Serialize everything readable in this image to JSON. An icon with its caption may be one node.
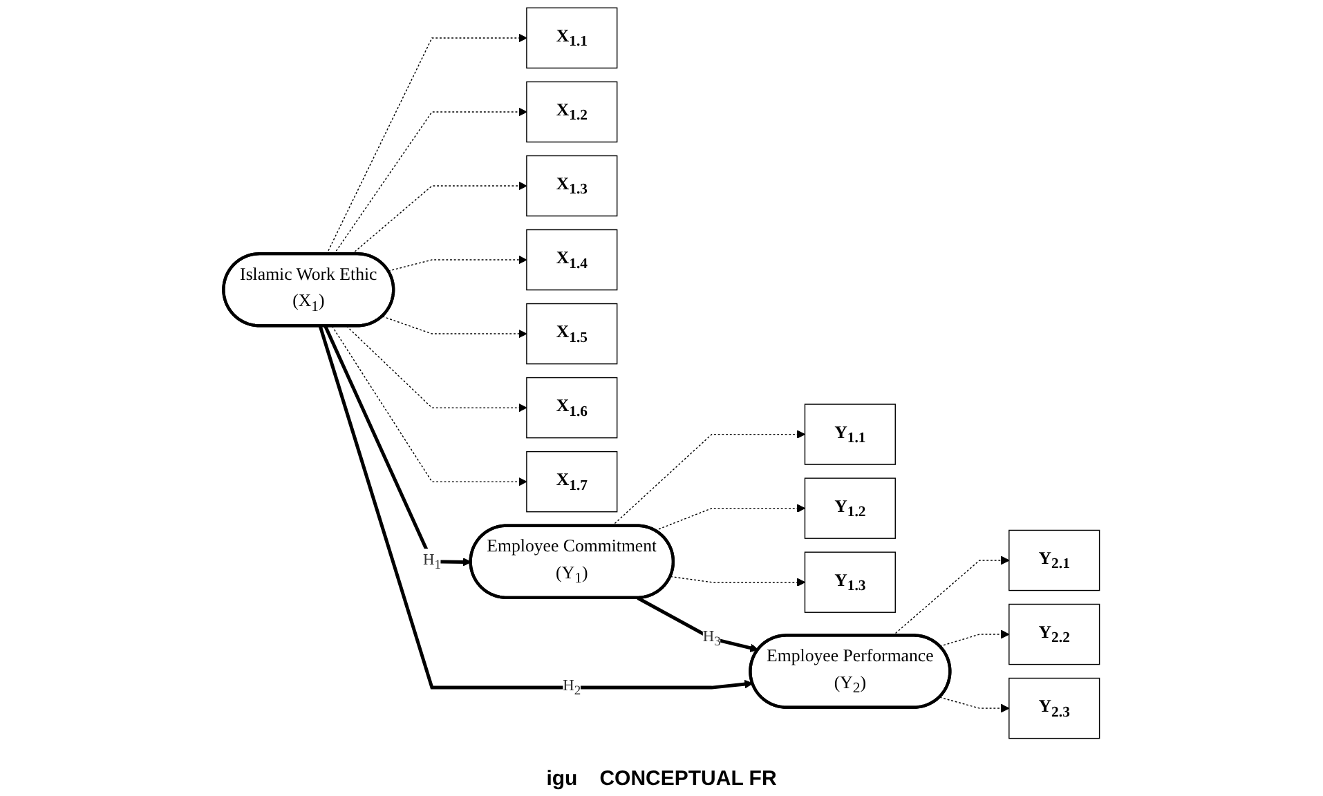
{
  "diagram": {
    "nodes": [
      {
        "text": [
          "X$_{1.1}$"
        ]
      },
      {
        "text": [
          "X$_{1.2}$"
        ]
      },
      {
        "text": [
          "X$_{1.3}$"
        ]
      },
      {
        "text": [
          "X$_{1.4}$"
        ]
      },
      {
        "text": [
          "X$_{1.5}$"
        ]
      },
      {
        "text": [
          "X$_{1.6}$"
        ]
      },
      {
        "text": [
          "X$_{1.7}$"
        ]
      },
      {
        "text": [
          "Islamic Work Ethic",
          "(X$_{1}$)"
        ]
      },
      {
        "text": [
          "Employee Commitment",
          "(Y$_{1}$)"
        ]
      },
      {
        "text": [
          "Y$_{1.1}$"
        ]
      },
      {
        "text": [
          "Y$_{1.2}$"
        ]
      },
      {
        "text": [
          "Y$_{1.3}$"
        ]
      },
      {
        "text": [
          "Employee Performance",
          "(Y$_{2}$)"
        ]
      },
      {
        "text": [
          "Y$_{2.1}$"
        ]
      },
      {
        "text": [
          "Y$_{2.2}$"
        ]
      },
      {
        "text": [
          "Y$_{2.3}$"
        ]
      }
    ],
    "edges": [
      {
        "from": 7,
        "to": 0,
        "arrow": "to",
        "style": "dashed"
      },
      {
        "from": 7,
        "to": 1,
        "arrow": "to",
        "style": "dashed"
      },
      {
        "from": 7,
        "to": 2,
        "arrow": "to",
        "style": "dashed"
      },
      {
        "from": 7,
        "to": 3,
        "arrow": "to",
        "style": "dashed"
      },
      {
        "from": 7,
        "to": 4,
        "arrow": "to",
        "style": "dashed"
      },
      {
        "from": 7,
        "to": 5,
        "arrow": "to",
        "style": "dashed"
      },
      {
        "from": 7,
        "to": 6,
        "arrow": "to",
        "style": "dashed"
      },
      {
        "from": 8,
        "to": 9,
        "arrow": "to",
        "style": "dashed"
      },
      {
        "from": 8,
        "to": 10,
        "arrow": "to",
        "style": "dashed"
      },
      {
        "from": 8,
        "to": 11,
        "arrow": "to",
        "style": "dashed"
      },
      {
        "from": 7,
        "to": 8,
        "arrow": "to",
        "style": "thick",
        "label": "H$_{1}$"
      },
      {
        "from": 7,
        "to": 12,
        "arrow": "to",
        "style": "thick",
        "label": "H$_{2}$"
      },
      {
        "from": 8,
        "to": 12,
        "arrow": "to",
        "style": "thick",
        "label": "H$_{3}$"
      },
      {
        "from": 12,
        "to": 13,
        "arrow": "to",
        "style": "dashed"
      },
      {
        "from": 12,
        "to": 14,
        "arrow": "to",
        "style": "dashed"
      },
      {
        "from": 12,
        "to": 15,
        "arrow": "to",
        "style": "dashed"
      }
    ],
    "labels": [
      "igu",
      "CONCEPTUAL FR"
    ]
  }
}
